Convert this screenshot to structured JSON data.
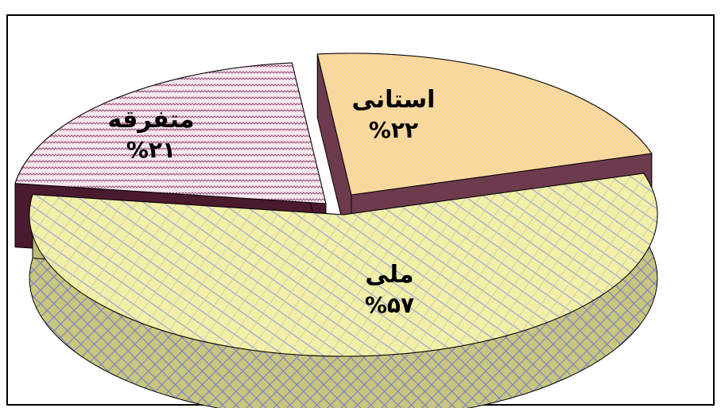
{
  "chart_data": {
    "type": "pie",
    "title": "",
    "style": "3d-exploded",
    "slices": [
      {
        "label": "ملی",
        "value": 57,
        "percent_label": "%۵۷",
        "color": "#f2f0a6",
        "side_color": "#bdbb77",
        "hatch_color": "#8a8ad6"
      },
      {
        "label": "متفرقه",
        "value": 21,
        "percent_label": "%۲۱",
        "color": "#f3dbea",
        "side_color": "#4a1a2e",
        "hatch_color": "#a0507a"
      },
      {
        "label": "استانی",
        "value": 22,
        "percent_label": "%۲۲",
        "color": "#ffd0b0",
        "side_color": "#6e3a4e",
        "hatch_color": "#e8e070"
      }
    ]
  }
}
